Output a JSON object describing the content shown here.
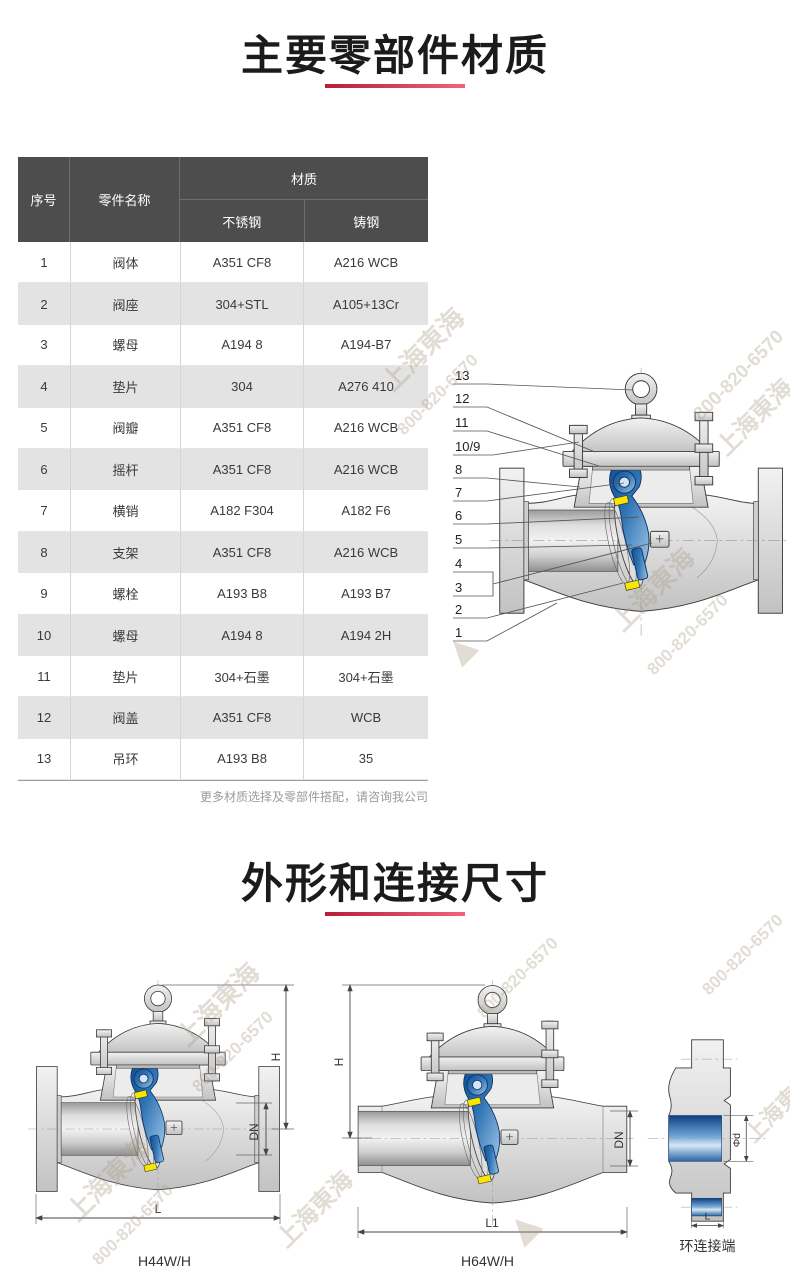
{
  "sections": {
    "materials_title": "主要零部件材质",
    "dimensions_title": "外形和连接尺寸"
  },
  "accent": {
    "underline_from": "#b71e39",
    "underline_to": "#f2637a"
  },
  "materials_table": {
    "headers": {
      "no": "序号",
      "part": "零件名称",
      "material": "材质",
      "stainless": "不锈钢",
      "cast": "铸钢"
    },
    "rows": [
      {
        "no": "1",
        "part": "阀体",
        "stainless": "A351 CF8",
        "cast": "A216 WCB"
      },
      {
        "no": "2",
        "part": "阀座",
        "stainless": "304+STL",
        "cast": "A105+13Cr"
      },
      {
        "no": "3",
        "part": "螺母",
        "stainless": "A194 8",
        "cast": "A194-B7"
      },
      {
        "no": "4",
        "part": "垫片",
        "stainless": "304",
        "cast": "A276 410"
      },
      {
        "no": "5",
        "part": "阀瓣",
        "stainless": "A351 CF8",
        "cast": "A216 WCB"
      },
      {
        "no": "6",
        "part": "摇杆",
        "stainless": "A351 CF8",
        "cast": "A216 WCB"
      },
      {
        "no": "7",
        "part": "横销",
        "stainless": "A182 F304",
        "cast": "A182 F6"
      },
      {
        "no": "8",
        "part": "支架",
        "stainless": "A351 CF8",
        "cast": "A216 WCB"
      },
      {
        "no": "9",
        "part": "螺栓",
        "stainless": "A193 B8",
        "cast": "A193 B7"
      },
      {
        "no": "10",
        "part": "螺母",
        "stainless": "A194 8",
        "cast": "A194 2H"
      },
      {
        "no": "11",
        "part": "垫片",
        "stainless": "304+石墨",
        "cast": "304+石墨"
      },
      {
        "no": "12",
        "part": "阀盖",
        "stainless": "A351 CF8",
        "cast": "WCB"
      },
      {
        "no": "13",
        "part": "吊环",
        "stainless": "A193 B8",
        "cast": "35"
      }
    ],
    "footnote": "更多材质选择及零部件搭配，请咨询我公司"
  },
  "callout_diagram": {
    "labels": [
      "13",
      "12",
      "11",
      "10/9",
      "8",
      "7",
      "6",
      "5",
      "4",
      "3",
      "2",
      "1"
    ]
  },
  "dimension_section": {
    "diagrams": [
      {
        "model": "H44W/H",
        "dim_height": "H",
        "dim_bore": "DN",
        "dim_length": "L"
      },
      {
        "model": "H64W/H",
        "dim_height": "H",
        "dim_bore": "DN",
        "dim_length": "L1"
      },
      {
        "model": "环连接端",
        "dim_bore": "Φd",
        "dim_length": "L"
      }
    ]
  },
  "watermark": {
    "company": "上海東海",
    "phone": "800-820-6570",
    "logo_glyph": "▲"
  }
}
